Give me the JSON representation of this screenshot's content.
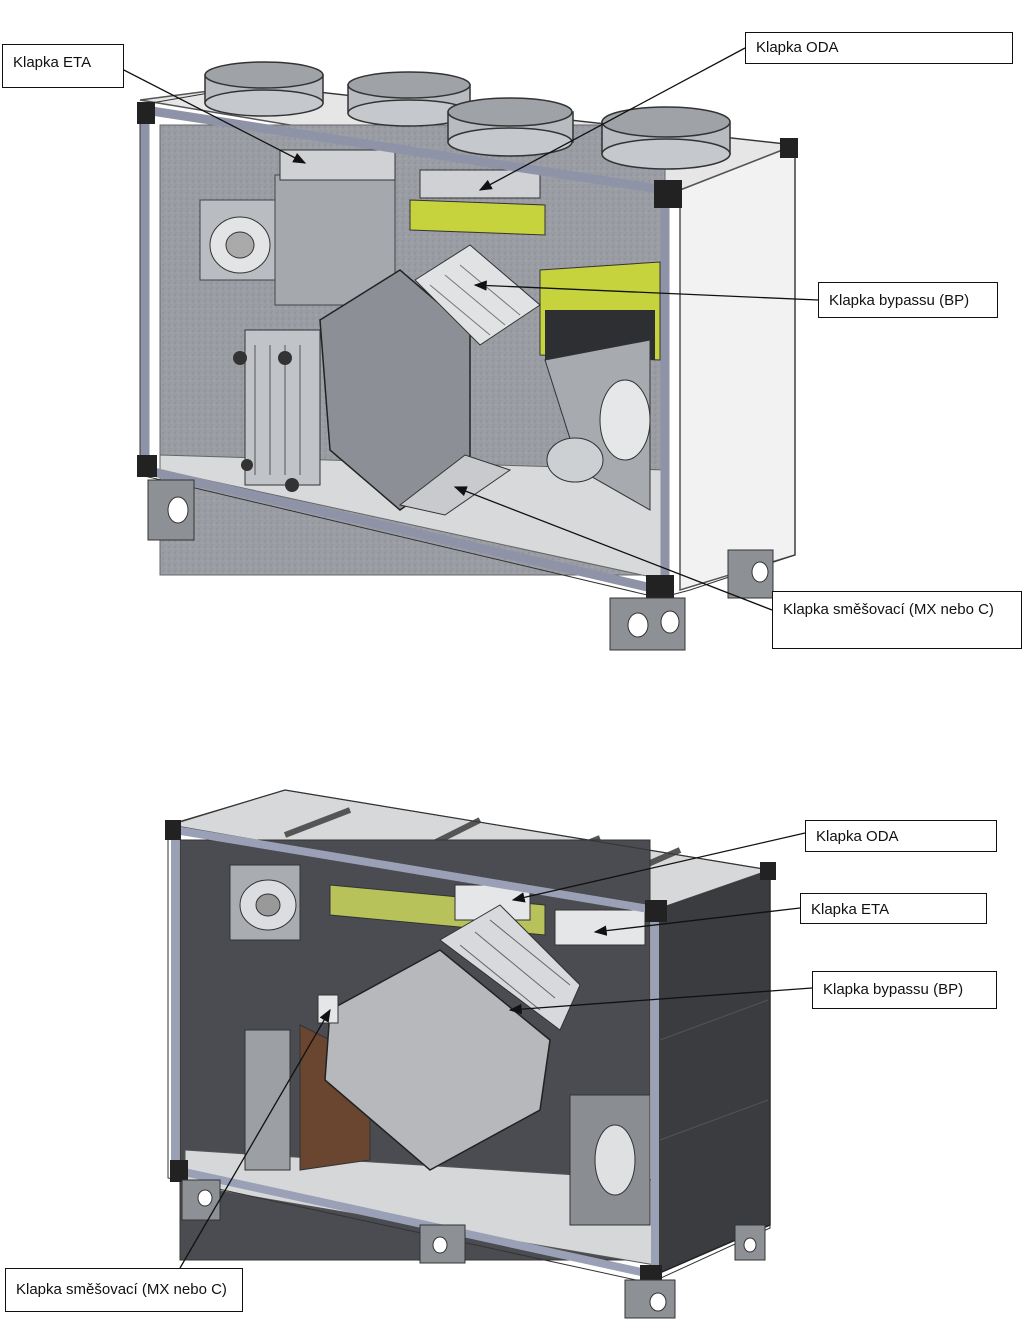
{
  "top_view": {
    "labels": {
      "eta": "Klapka ETA",
      "oda": "Klapka ODA",
      "bypass": "Klapka bypassu (BP)",
      "mix": "Klapka směšovací (MX nebo C)"
    }
  },
  "bottom_view": {
    "labels": {
      "oda": "Klapka ODA",
      "eta": "Klapka ETA",
      "bypass": "Klapka bypassu (BP)",
      "mix": "Klapka směšovací (MX nebo C)"
    }
  },
  "colors": {
    "frame": "#c9ccd8",
    "panel": "#8b8f95",
    "exchanger": "#9fa3a8",
    "filter": "#c6d33c",
    "fan": "#d9dbde"
  }
}
